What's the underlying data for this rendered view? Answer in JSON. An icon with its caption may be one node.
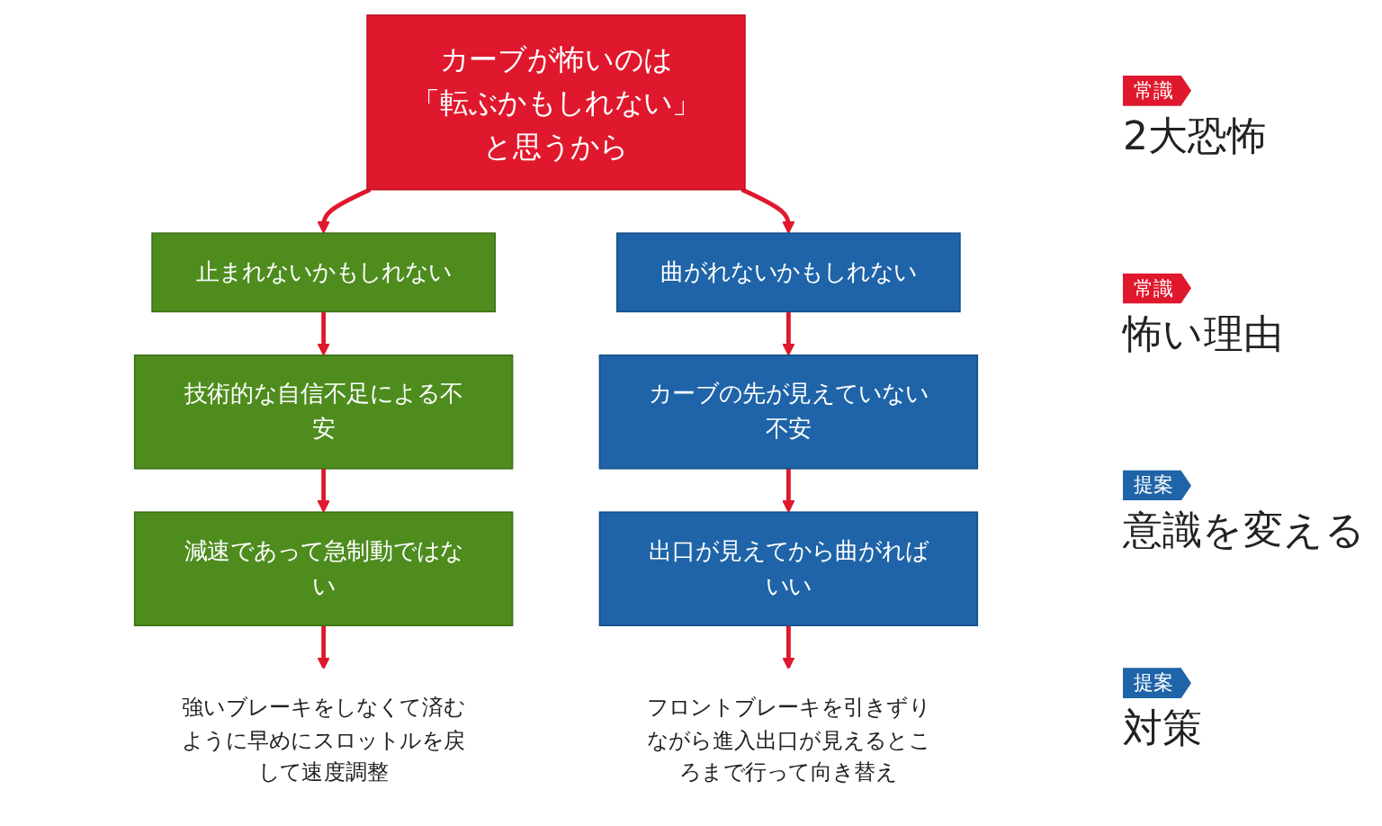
{
  "diagram": {
    "nodes": [
      {
        "text": [
          "カーブが怖いのは",
          "「転ぶかもしれない」と思うから"
        ]
      },
      {
        "text": [
          "止まれないかもしれない"
        ]
      },
      {
        "text": [
          "曲がれないかもしれない"
        ]
      },
      {
        "text": [
          "技術的な自信不足による不安"
        ]
      },
      {
        "text": [
          "カーブの先が見えていない不安"
        ]
      },
      {
        "text": [
          "減速であって急制動ではない"
        ]
      },
      {
        "text": [
          "出口が見えてから曲がればいい"
        ]
      },
      {
        "text": [
          "強いブレーキをしなくて済むように早めにスロットルを戻して速度調整"
        ]
      },
      {
        "text": [
          "フロントブレーキを引きずりながら進入出口が見えるところまで行って向き替え"
        ]
      }
    ],
    "edges": [
      {
        "from": 0,
        "to": 1,
        "arrow": "to"
      },
      {
        "from": 0,
        "to": 2,
        "arrow": "to"
      },
      {
        "from": 1,
        "to": 3,
        "arrow": "to"
      },
      {
        "from": 2,
        "to": 4,
        "arrow": "to"
      },
      {
        "from": 3,
        "to": 5,
        "arrow": "to"
      },
      {
        "from": 4,
        "to": 6,
        "arrow": "to"
      },
      {
        "from": 5,
        "to": 7,
        "arrow": "to"
      },
      {
        "from": 6,
        "to": 8,
        "arrow": "to"
      }
    ],
    "labels": [
      "常識",
      "2大恐怖",
      "常識",
      "怖い理由",
      "提案",
      "意識を変える",
      "提案",
      "対策"
    ]
  }
}
